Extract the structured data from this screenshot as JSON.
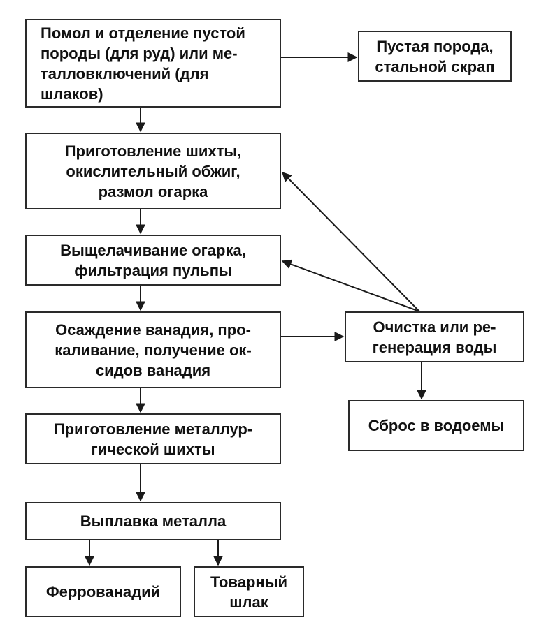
{
  "diagram": {
    "nodes": {
      "grinding": "Помол и отделение пустой\nпороды (для руд) или ме-\nталловключений (для\nшлаков)",
      "waste_rock": "Пустая порода,\nстальной скрап",
      "charge_prep": "Приготовление шихты,\nокислительный обжиг,\nразмол огарка",
      "leaching": "Выщелачивание огарка,\nфильтрация пульпы",
      "precipitation": "Осаждение ванадия, про-\nкаливание, получение ок-\nсидов ванадия",
      "water_treatment": "Очистка или ре-\nгенерация воды",
      "discharge": "Сброс в водоемы",
      "metallurgical_charge": "Приготовление металлур-\nгической шихты",
      "smelting": "Выплавка металла",
      "ferrovanadium": "Феррованадий",
      "commercial_slag": "Товарный\nшлак"
    },
    "edges": [
      {
        "from": "grinding",
        "to": "waste_rock"
      },
      {
        "from": "grinding",
        "to": "charge_prep"
      },
      {
        "from": "charge_prep",
        "to": "leaching"
      },
      {
        "from": "leaching",
        "to": "precipitation"
      },
      {
        "from": "precipitation",
        "to": "water_treatment"
      },
      {
        "from": "water_treatment",
        "to": "charge_prep"
      },
      {
        "from": "water_treatment",
        "to": "leaching"
      },
      {
        "from": "water_treatment",
        "to": "discharge"
      },
      {
        "from": "precipitation",
        "to": "metallurgical_charge"
      },
      {
        "from": "metallurgical_charge",
        "to": "smelting"
      },
      {
        "from": "smelting",
        "to": "ferrovanadium"
      },
      {
        "from": "smelting",
        "to": "commercial_slag"
      }
    ],
    "colors": {
      "stroke": "#1a1a1a",
      "text": "#111111",
      "background": "#ffffff"
    }
  }
}
